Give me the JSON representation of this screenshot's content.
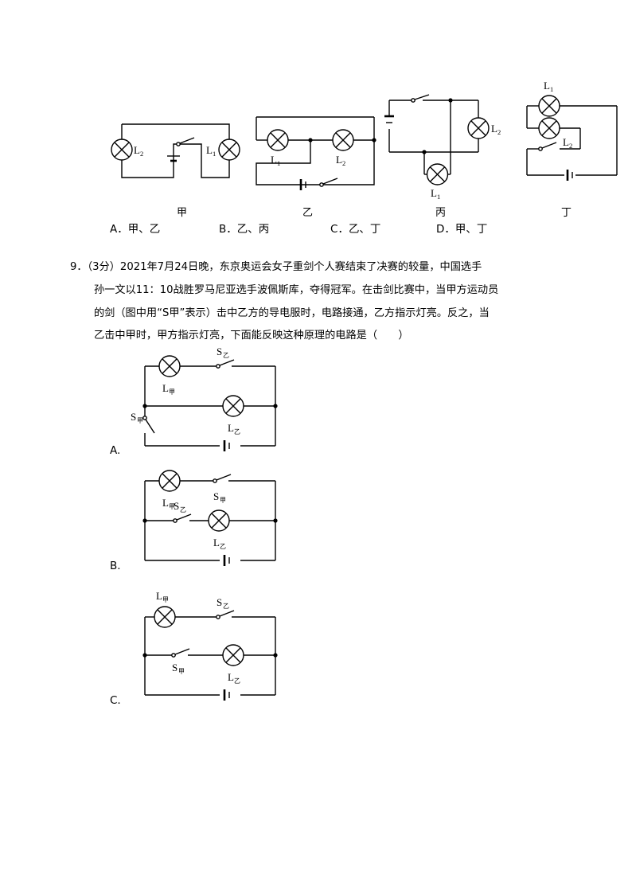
{
  "document": {
    "type": "physics-exam-page",
    "background_color": "#ffffff",
    "ink_color": "#000000"
  },
  "top_figures": {
    "captions": [
      "甲",
      "乙",
      "丙",
      "丁"
    ],
    "lamp_labels": {
      "jia": [
        "L2",
        "L1"
      ],
      "yi": [
        "L1",
        "L2"
      ],
      "bing": [
        "L2",
        "L1"
      ],
      "ding": [
        "L1",
        "L2"
      ]
    },
    "subscripts": [
      "1",
      "2"
    ],
    "symbols": {
      "lamp": "circle-with-cross",
      "battery": "battery-cell",
      "switch": "open-switch",
      "junction": "filled-dot"
    }
  },
  "choices_inline": [
    {
      "letter": "A",
      "text": "甲、乙"
    },
    {
      "letter": "B",
      "text": "乙、丙"
    },
    {
      "letter": "C",
      "text": "乙、丁"
    },
    {
      "letter": "D",
      "text": "甲、丁"
    }
  ],
  "question": {
    "number": "9",
    "score": "（3分）",
    "lines": [
      "9．（3分）2021年7月24日晚，东京奥运会女子重剑个人赛结束了决赛的较量，中国选手",
      "孙一文以11：10战胜罗马尼亚选手波佩斯库，夺得冠军。在击剑比赛中，当甲方运动员",
      "的剑（图中用“S甲”表示）击中乙方的导电服时，电路接通，乙方指示灯亮。反之，当",
      "乙击中甲时，甲方指示灯亮，下面能反映这种原理的电路是（　　）"
    ]
  },
  "choice_diagrams": [
    {
      "letter": "A.",
      "name": "choice-a-circuit",
      "top_branch": [
        "L甲",
        "S乙"
      ],
      "middle_branch": [
        "L乙"
      ],
      "bottom_branch": [
        "S甲",
        "battery"
      ],
      "lamp_label_top": "L",
      "lamp_sub_top": "甲",
      "switch_label_top": "S",
      "switch_sub_top": "乙",
      "lamp_label_mid": "L",
      "lamp_sub_mid": "乙",
      "switch_label_bottom": "S",
      "switch_sub_bottom": "甲"
    },
    {
      "letter": "B.",
      "name": "choice-b-circuit",
      "top_branch": [
        "L甲",
        "S甲"
      ],
      "middle_branch": [
        "S乙",
        "L乙"
      ],
      "bottom_branch": [
        "battery"
      ],
      "lamp_label_top": "L",
      "lamp_sub_top": "甲",
      "switch_label_top": "S",
      "switch_sub_top": "甲",
      "lamp_label_mid": "L",
      "lamp_sub_mid": "乙",
      "switch_label_mid": "S",
      "switch_sub_mid": "乙"
    },
    {
      "letter": "C.",
      "name": "choice-c-circuit",
      "top_branch": [
        "L甲",
        "S乙"
      ],
      "middle_branch": [
        "S甲",
        "L乙"
      ],
      "bottom_branch": [
        "battery"
      ],
      "lamp_label_top": "L",
      "lamp_sub_top": "甲",
      "switch_label_top": "S",
      "switch_sub_top": "乙",
      "lamp_label_mid": "L",
      "lamp_sub_mid": "乙",
      "switch_label_mid": "S",
      "switch_sub_mid": "甲"
    }
  ]
}
